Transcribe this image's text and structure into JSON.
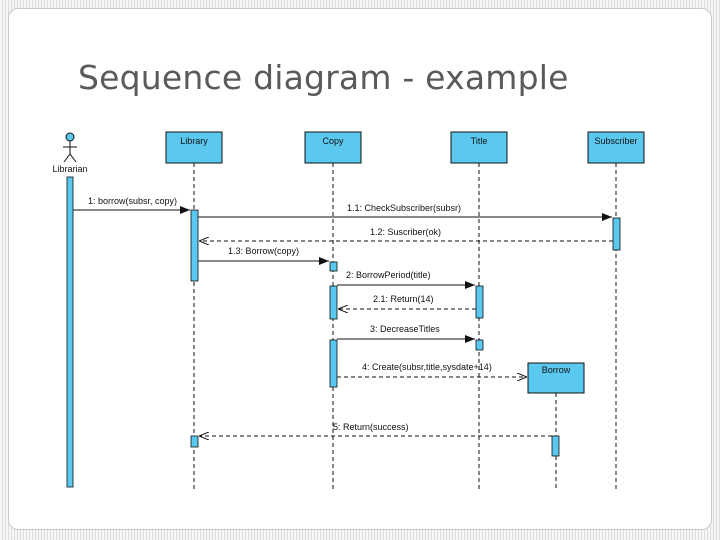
{
  "slide": {
    "title": "Sequence diagram - example"
  },
  "diagram": {
    "actor": {
      "name": "Librarian"
    },
    "lifelines": [
      {
        "key": "library",
        "label": "Library"
      },
      {
        "key": "copy",
        "label": "Copy"
      },
      {
        "key": "title",
        "label": "Title"
      },
      {
        "key": "subscriber",
        "label": "Subscriber"
      },
      {
        "key": "borrow",
        "label": "Borrow"
      }
    ],
    "messages": [
      {
        "key": "m1",
        "label": "1: borrow(subsr, copy)",
        "kind": "sync"
      },
      {
        "key": "m1_1",
        "label": "1.1: CheckSubscriber(subsr)",
        "kind": "sync"
      },
      {
        "key": "m1_2",
        "label": "1.2: Suscriber(ok)",
        "kind": "return"
      },
      {
        "key": "m1_3",
        "label": "1.3: Borrow(copy)",
        "kind": "sync"
      },
      {
        "key": "m2",
        "label": "2: BorrowPeriod(title)",
        "kind": "sync"
      },
      {
        "key": "m2_1",
        "label": "2.1: Return(14)",
        "kind": "return"
      },
      {
        "key": "m3",
        "label": "3: DecreaseTitles",
        "kind": "sync"
      },
      {
        "key": "m4",
        "label": "4: Create(subsr,title,sysdate+14)",
        "kind": "create"
      },
      {
        "key": "m5",
        "label": "5: Return(success)",
        "kind": "return"
      }
    ],
    "colors": {
      "lifeline_fill": "#5bc8f0",
      "lifeline_stroke": "#1a1a1a",
      "line": "#1a1a1a"
    }
  }
}
